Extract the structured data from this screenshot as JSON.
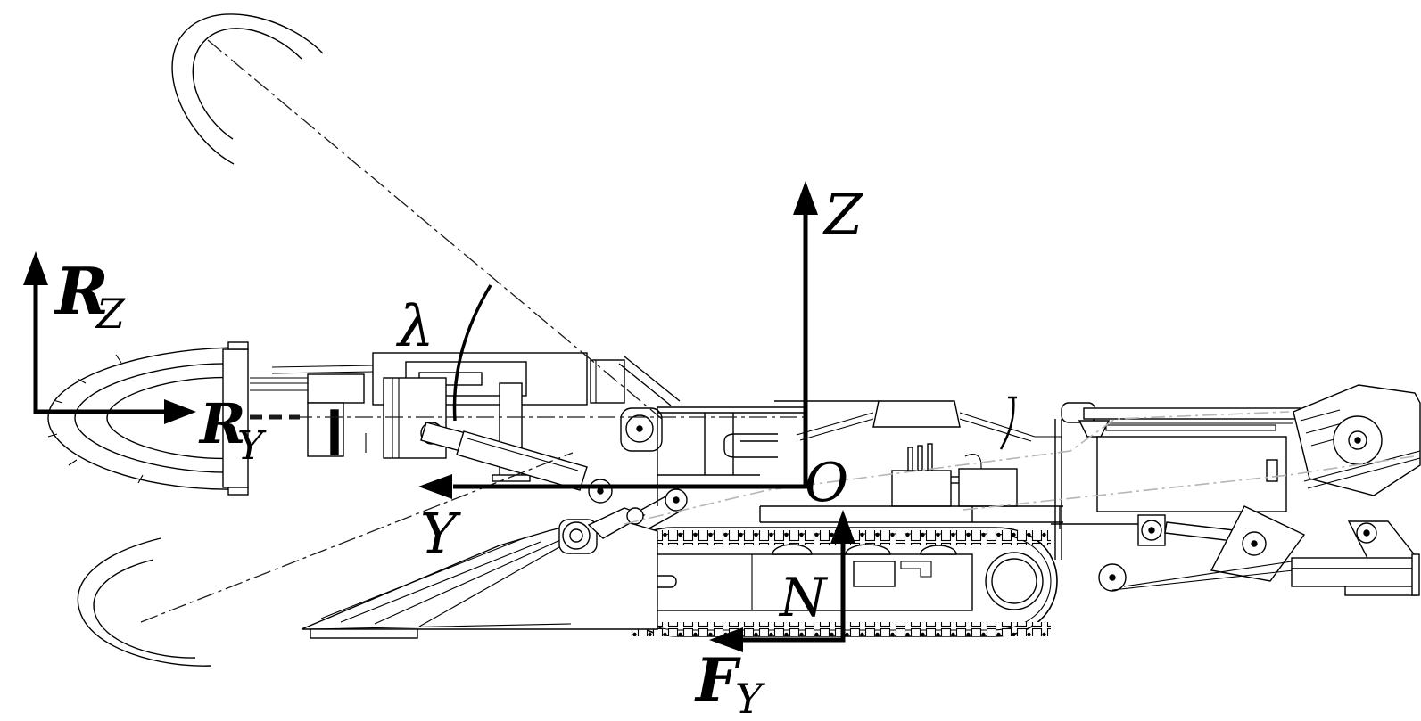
{
  "figure": {
    "kind": "engineering-line-diagram",
    "description": "Side view line drawing of a roadheader (boom-type tunnelling machine) with machine coordinate system and force vectors; cutting head shown in raised, horizontal and lowered boom positions",
    "background_color": "#ffffff",
    "line_color": "#000000",
    "phantom_centerline_color": "#b5b5b5"
  },
  "labels": {
    "force_rz": {
      "main": "R",
      "sub": "Z"
    },
    "force_ry": {
      "main": "R",
      "sub": "Y"
    },
    "axis_z": {
      "text": "Z"
    },
    "origin": {
      "text": "O"
    },
    "axis_y": {
      "text": "Y"
    },
    "normal_force": {
      "text": "N"
    },
    "traction_force": {
      "main": "F",
      "sub": "Y"
    },
    "swing_angle": {
      "text": "λ"
    }
  }
}
